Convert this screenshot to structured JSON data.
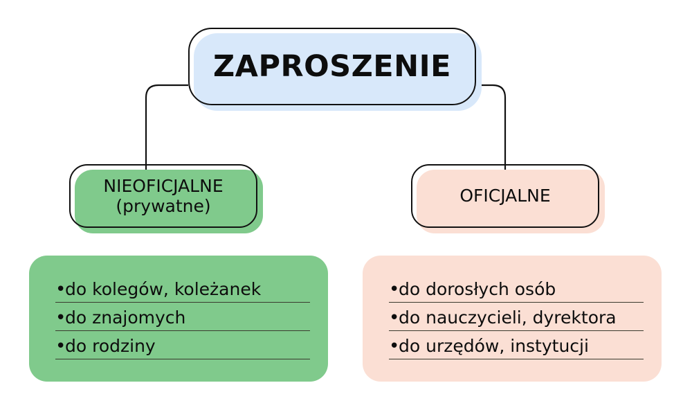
{
  "colors": {
    "blue": "#d8e8fa",
    "green": "#80ca8c",
    "pink": "#fbdfd4",
    "outline": "#111111",
    "text": "#0d0d0d",
    "rule": "#3a3a2e",
    "background": "#ffffff"
  },
  "diagram": {
    "type": "tree",
    "root": {
      "label": "ZAPROSZENIE"
    },
    "branches": [
      {
        "id": "informal",
        "title_line1": "NIEOFICJALNE",
        "title_line2": "(prywatne)",
        "color": "#80ca8c",
        "bullet": "•",
        "items": [
          "do kolegów, koleżanek",
          "do znajomych",
          "do rodziny"
        ]
      },
      {
        "id": "formal",
        "title_line1": "OFICJALNE",
        "title_line2": "",
        "color": "#fbdfd4",
        "bullet": "•",
        "items": [
          "do dorosłych osób",
          "do nauczycieli, dyrektora",
          "do urzędów, instytucji"
        ]
      }
    ]
  }
}
